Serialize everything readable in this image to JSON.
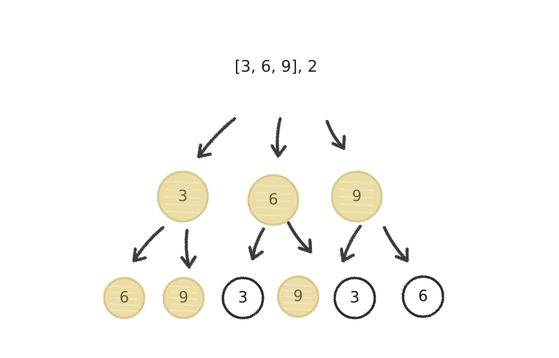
{
  "title": "[3, 6, 9], 2",
  "colors": {
    "filled": "#ecdca6",
    "filled_stroke": "#d8c88e",
    "empty": "#ffffff",
    "empty_stroke": "#2a2a2a",
    "arrow": "#3a3a3a"
  },
  "level1": [
    {
      "label": "3",
      "filled": true
    },
    {
      "label": "6",
      "filled": true
    },
    {
      "label": "9",
      "filled": true
    }
  ],
  "level2": [
    {
      "label": "6",
      "filled": true
    },
    {
      "label": "9",
      "filled": true
    },
    {
      "label": "3",
      "filled": false
    },
    {
      "label": "9",
      "filled": true
    },
    {
      "label": "3",
      "filled": false
    },
    {
      "label": "6",
      "filled": false
    }
  ]
}
